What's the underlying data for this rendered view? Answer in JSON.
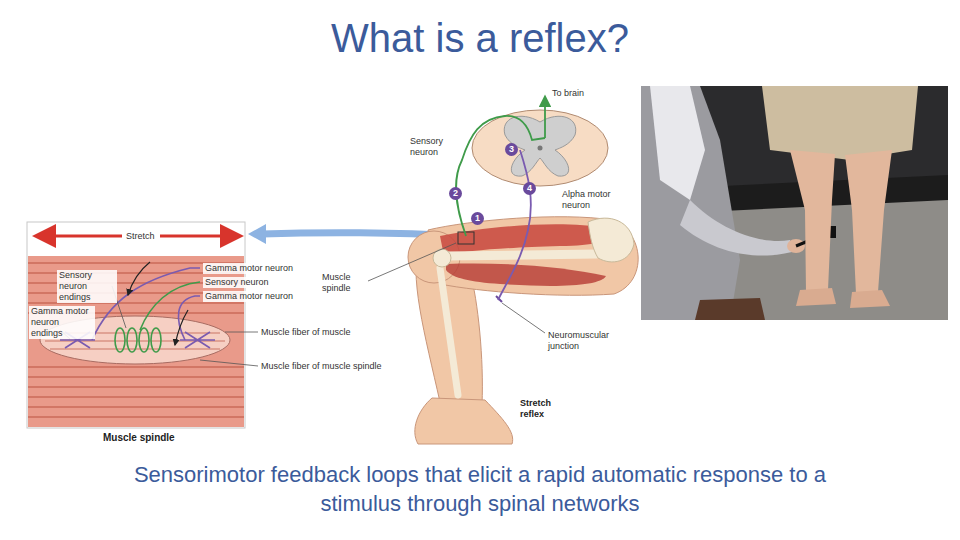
{
  "diagram": {
    "title": "What is a reflex?",
    "caption": "Sensorimotor feedback loops that elicit a rapid automatic response to a stimulus through spinal networks",
    "nodes": [
      {
        "text": [
          "Stretch",
          "Sensory neuron endings",
          "Gamma motor neuron",
          "Sensory neuron",
          "Gamma motor neuron",
          "Gamma motor neuron endings",
          "Muscle fiber of muscle",
          "Muscle fiber of muscle spindle",
          "Muscle spindle"
        ]
      }
    ],
    "labels": [
      "To brain",
      "Sensory neuron",
      "3",
      "2",
      "Alpha motor neuron",
      "1",
      "4",
      "Muscle spindle",
      "Neuromuscular junction",
      "Stretch reflex"
    ]
  }
}
